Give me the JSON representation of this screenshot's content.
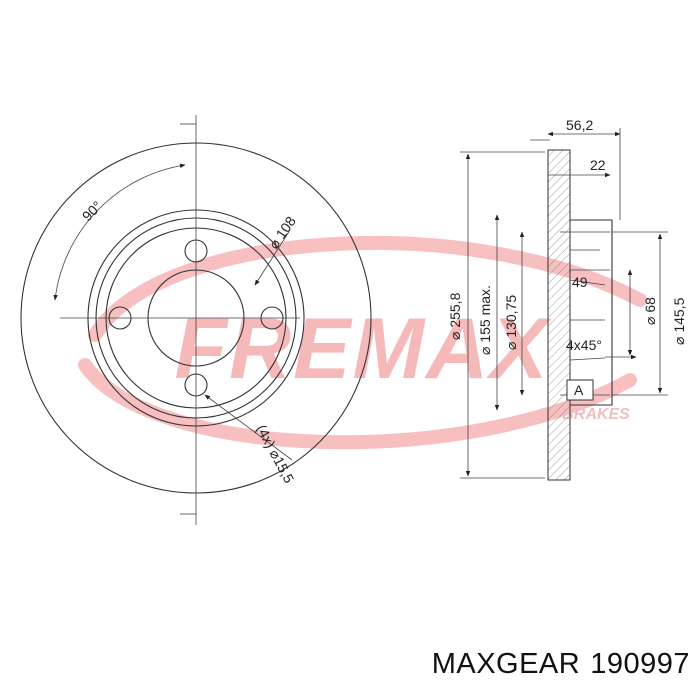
{
  "watermark": {
    "logo_text": "FREMAX",
    "sub_text": "BRAKES",
    "color": "#f08080"
  },
  "front_view": {
    "angle": "90°",
    "pcd": "⌀ 108",
    "holes": "(4x) ⌀15,5"
  },
  "side_view": {
    "thickness": "56,2",
    "disc_width": "22",
    "outer_dia": "⌀ 255,8",
    "inner_dia": "⌀ 155 max.",
    "hub_dia": "⌀ 130,75",
    "height_49": "49",
    "center_hole": "⌀ 68",
    "hub_outer": "⌀ 145,5",
    "chamfer": "4x45°",
    "datum": "A"
  },
  "caption": {
    "brand": "MAXGEAR",
    "part_number": "190997"
  }
}
